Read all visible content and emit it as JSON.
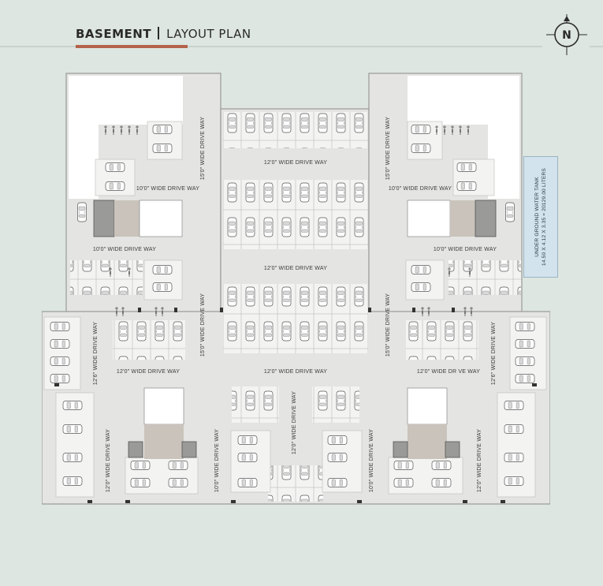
{
  "header": {
    "title_bold": "BASEMENT",
    "title_light": "LAYOUT PLAN"
  },
  "compass": {
    "label": "N",
    "icon": "north-arrow-icon"
  },
  "colors": {
    "background": "#dde6e1",
    "accent_rule": "#b5624a",
    "floor": "#e4e4e2",
    "parking_bay": "#f3f3f1",
    "stair_core": "#c9c3bb",
    "water_tank": "#d2e3ee"
  },
  "water_tank": {
    "line1": "UNDER GROUND WATER TANK",
    "line2": "14.50 X 4.12 X 3.35 = 20129.00 LITERS"
  },
  "drive_way_labels": {
    "top_center": "12'0\" WIDE DRIVE WAY",
    "upper_left": "10'0\" WIDE DRIVE WAY",
    "upper_right": "10'0\" WIDE DRIVE WAY",
    "mid_left": "10'0\" WIDE DRIVE WAY",
    "mid_right": "10'0\" WIDE DRIVE WAY",
    "middle_center": "12'0\" WIDE DRIVE WAY",
    "lower_left": "12'0\" WIDE DRIVE WAY",
    "lower_center": "12'0\" WIDE DRIVE WAY",
    "lower_right": "12'0\" WIDE DR VE WAY",
    "vert_top_left": "15'0\" WIDE DRIVE WAY",
    "vert_top_right": "15'0\" WIDE DRIVE WAY",
    "vert_mid_left": "15'0\" WIDE DRIVE WAY",
    "vert_mid_right": "15'0\" WIDE DRIVE WAY",
    "vert_side_left": "12'6\" WIDE DRIVE WAY",
    "vert_side_right": "12'6\" WIDE DRIVE WAY",
    "vert_bottom_left_a": "12'0\" WIDE DRIVE WAY",
    "vert_bottom_left_b": "10'0\" WIDE DRIVE WAY",
    "vert_bottom_center": "12'0\" WIDE DRIVE WAY",
    "vert_bottom_right_a": "10'0\" WIDE DRIVE WAY",
    "vert_bottom_right_b": "12'0\" WIDE DRIVE WAY"
  }
}
